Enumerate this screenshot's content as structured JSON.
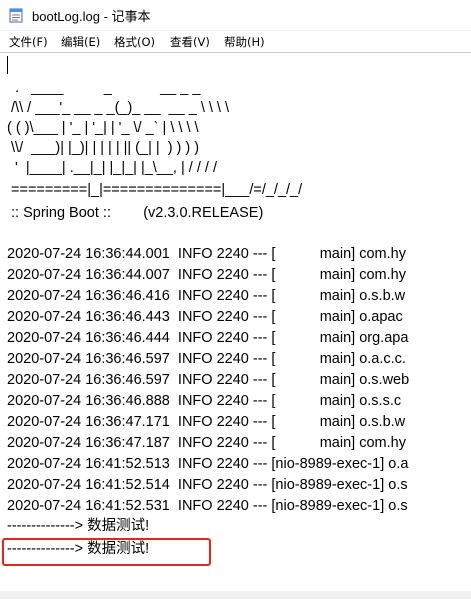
{
  "window": {
    "title": "bootLog.log - 记事本",
    "app_icon": "notepad-icon"
  },
  "menu": {
    "items": [
      {
        "label": "文件(F)"
      },
      {
        "label": "编辑(E)"
      },
      {
        "label": "格式(O)"
      },
      {
        "label": "查看(V)"
      },
      {
        "label": "帮助(H)"
      }
    ]
  },
  "editor": {
    "banner": [
      "  .   ____          _            __ _ _",
      " /\\\\ / ___'_ __ _ _(_)_ __  __ _ \\ \\ \\ \\",
      "( ( )\\___ | '_ | '_| | '_ \\/ _` | \\ \\ \\ \\",
      " \\\\/  ___)| |_)| | | | | || (_| |  ) ) ) )",
      "  '  |____| .__|_| |_|_| |_\\__, | / / / /",
      " =========|_|==============|___/=/_/_/_/",
      " :: Spring Boot ::        (v2.3.0.RELEASE)"
    ],
    "log_lines": [
      "2020-07-24 16:36:44.001  INFO 2240 --- [           main] com.hy",
      "2020-07-24 16:36:44.007  INFO 2240 --- [           main] com.hy",
      "2020-07-24 16:36:46.416  INFO 2240 --- [           main] o.s.b.w",
      "2020-07-24 16:36:46.443  INFO 2240 --- [           main] o.apac",
      "2020-07-24 16:36:46.444  INFO 2240 --- [           main] org.apa",
      "2020-07-24 16:36:46.597  INFO 2240 --- [           main] o.a.c.c.",
      "2020-07-24 16:36:46.597  INFO 2240 --- [           main] o.s.web",
      "2020-07-24 16:36:46.888  INFO 2240 --- [           main] o.s.s.c",
      "2020-07-24 16:36:47.171  INFO 2240 --- [           main] o.s.b.w",
      "2020-07-24 16:36:47.187  INFO 2240 --- [           main] com.hy",
      "2020-07-24 16:41:52.513  INFO 2240 --- [nio-8989-exec-1] o.a",
      "2020-07-24 16:41:52.514  INFO 2240 --- [nio-8989-exec-1] o.s",
      "2020-07-24 16:41:52.531  INFO 2240 --- [nio-8989-exec-1] o.s"
    ],
    "output_lines": [
      "--------------> 数据测试!",
      "--------------> 数据测试!"
    ]
  },
  "colors": {
    "highlight": "#e5261f"
  }
}
